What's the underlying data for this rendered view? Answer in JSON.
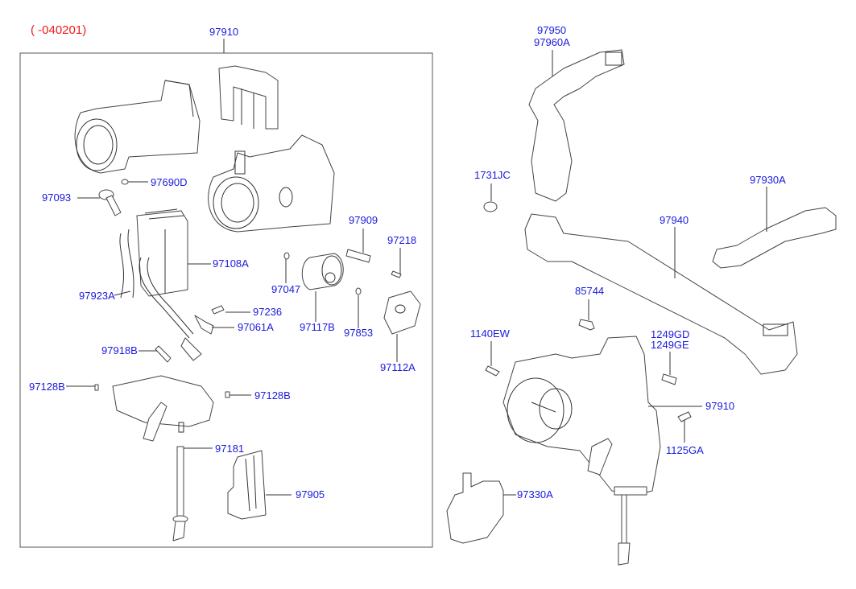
{
  "diagram": {
    "title_note": "( -040201)",
    "frame_label": "97910",
    "colors": {
      "label": "#1a1adf",
      "note": "#ef1b1b",
      "line": "#333333"
    },
    "labels_left": [
      {
        "id": "97690D",
        "text": "97690D"
      },
      {
        "id": "97093",
        "text": "97093"
      },
      {
        "id": "97108A",
        "text": "97108A"
      },
      {
        "id": "97923A",
        "text": "97923A"
      },
      {
        "id": "97909",
        "text": "97909"
      },
      {
        "id": "97218",
        "text": "97218"
      },
      {
        "id": "97047",
        "text": "97047"
      },
      {
        "id": "97236",
        "text": "97236"
      },
      {
        "id": "97061A",
        "text": "97061A"
      },
      {
        "id": "97117B",
        "text": "97117B"
      },
      {
        "id": "97853",
        "text": "97853"
      },
      {
        "id": "97918B",
        "text": "97918B"
      },
      {
        "id": "97112A",
        "text": "97112A"
      },
      {
        "id": "97128B_L",
        "text": "97128B"
      },
      {
        "id": "97128B_R",
        "text": "97128B"
      },
      {
        "id": "97181",
        "text": "97181"
      },
      {
        "id": "97905",
        "text": "97905"
      }
    ],
    "labels_right": [
      {
        "id": "97950",
        "text": "97950"
      },
      {
        "id": "97960A",
        "text": "97960A"
      },
      {
        "id": "1731JC",
        "text": "1731JC"
      },
      {
        "id": "97930A",
        "text": "97930A"
      },
      {
        "id": "97940",
        "text": "97940"
      },
      {
        "id": "85744",
        "text": "85744"
      },
      {
        "id": "1140EW",
        "text": "1140EW"
      },
      {
        "id": "1249GD",
        "text": "1249GD"
      },
      {
        "id": "1249GE",
        "text": "1249GE"
      },
      {
        "id": "97910_R",
        "text": "97910"
      },
      {
        "id": "1125GA",
        "text": "1125GA"
      },
      {
        "id": "97330A",
        "text": "97330A"
      }
    ]
  }
}
